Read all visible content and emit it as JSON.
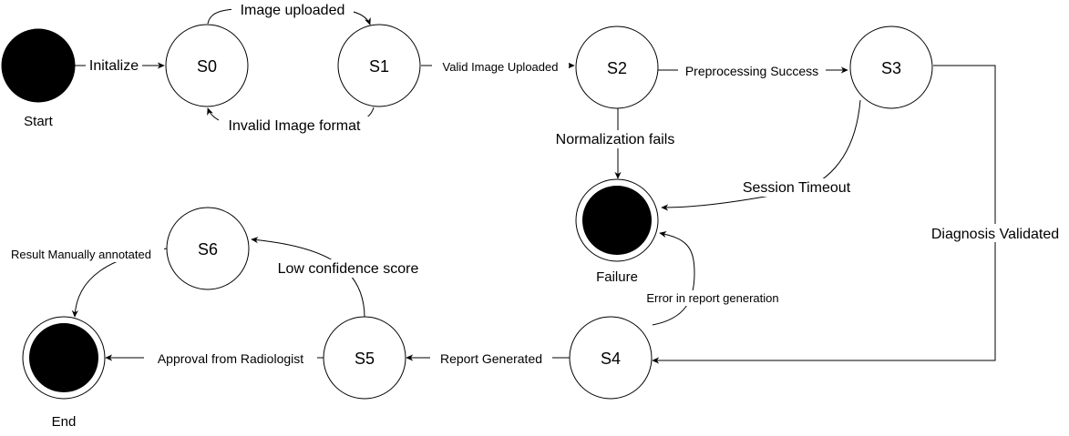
{
  "states": {
    "s0": "S0",
    "s1": "S1",
    "s2": "S2",
    "s3": "S3",
    "s4": "S4",
    "s5": "S5",
    "s6": "S6"
  },
  "terminals": {
    "start": "Start",
    "failure": "Failure",
    "end": "End"
  },
  "transitions": {
    "initialize": "Initalize",
    "image_uploaded": "Image uploaded",
    "invalid_image_format": "Invalid Image format",
    "valid_image_uploaded": "Valid Image Uploaded",
    "preprocessing_success": "Preprocessing Success",
    "normalization_fails": "Normalization fails",
    "session_timeout": "Session Timeout",
    "diagnosis_validated": "Diagnosis Validated",
    "error_in_report_generation": "Error in report generation",
    "report_generated": "Report Generated",
    "approval_from_radiologist": "Approval from Radiologist",
    "low_confidence_score": "Low confidence score",
    "result_manually_annotated": "Result Manually annotated"
  },
  "colors": {
    "stroke": "#000000",
    "fill": "#ffffff",
    "terminal_fill": "#000000"
  }
}
